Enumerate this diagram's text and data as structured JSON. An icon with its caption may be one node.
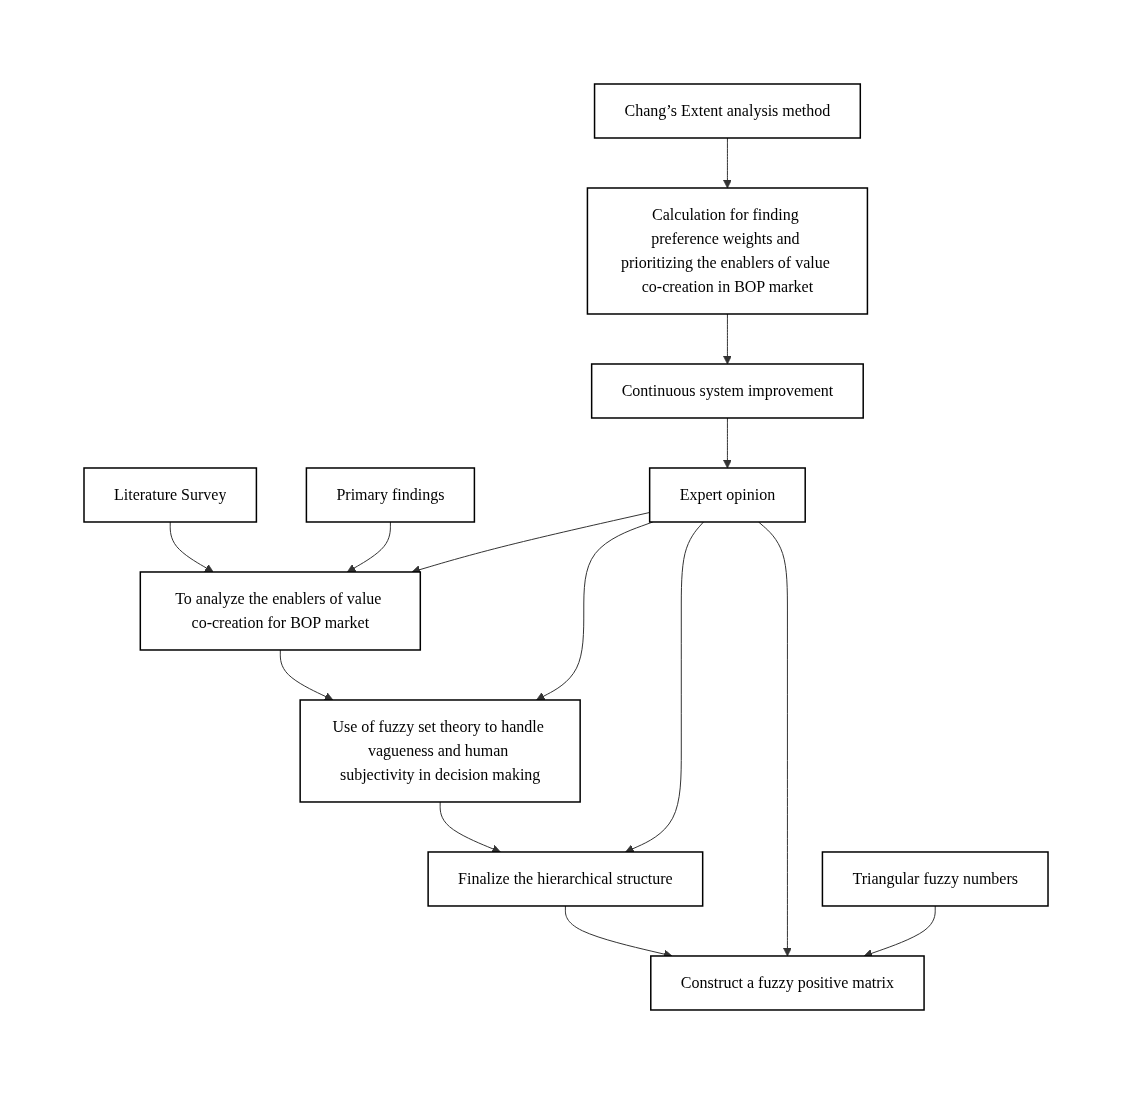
{
  "diagram": {
    "nodes": [
      {
        "text": [
          "Literature Survey"
        ]
      },
      {
        "text": [
          "To analyze the enablers of value co-creation for BOP market"
        ]
      },
      {
        "text": [
          "Expert opinion"
        ]
      },
      {
        "text": [
          "Primary findings"
        ]
      },
      {
        "text": [
          "Use of fuzzy set theory to handle vagueness and human subjectivity in decision making"
        ]
      },
      {
        "text": [
          "Finalize the hierarchical structure"
        ]
      },
      {
        "text": [
          "Triangular fuzzy numbers"
        ]
      },
      {
        "text": [
          "Construct a fuzzy positive matrix"
        ]
      },
      {
        "text": [
          "Chang’s Extent analysis method"
        ]
      },
      {
        "text": [
          "Calculation for finding preference weights and prioritizing the enablers of value co-creation in BOP market"
        ]
      },
      {
        "text": [
          "Continuous system improvement"
        ]
      }
    ],
    "edges": [
      {
        "from": 0,
        "to": 1,
        "arrow": "to"
      },
      {
        "from": 3,
        "to": 1,
        "arrow": "to"
      },
      {
        "from": 2,
        "to": 1,
        "arrow": "to"
      },
      {
        "from": 1,
        "to": 4,
        "arrow": "to"
      },
      {
        "from": 2,
        "to": 4,
        "arrow": "to"
      },
      {
        "from": 4,
        "to": 5,
        "arrow": "to"
      },
      {
        "from": 2,
        "to": 5,
        "arrow": "to"
      },
      {
        "from": 5,
        "to": 7,
        "arrow": "to"
      },
      {
        "from": 2,
        "to": 7,
        "arrow": "to"
      },
      {
        "from": 6,
        "to": 7,
        "arrow": "to"
      },
      {
        "from": 8,
        "to": 9,
        "arrow": "to"
      },
      {
        "from": 9,
        "to": 10,
        "arrow": "to"
      },
      {
        "from": 10,
        "to": 2,
        "arrow": "to"
      }
    ]
  }
}
